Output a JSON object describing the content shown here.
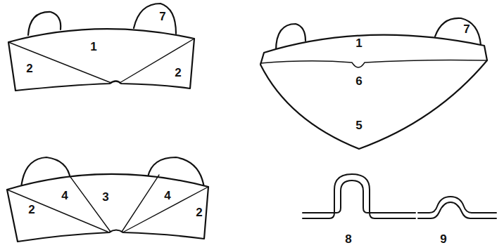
{
  "diagram": {
    "labels": [
      "7",
      "1",
      "2",
      "2",
      "7",
      "1",
      "6",
      "5",
      "4",
      "3",
      "4",
      "2",
      "2",
      "8",
      "9"
    ]
  }
}
